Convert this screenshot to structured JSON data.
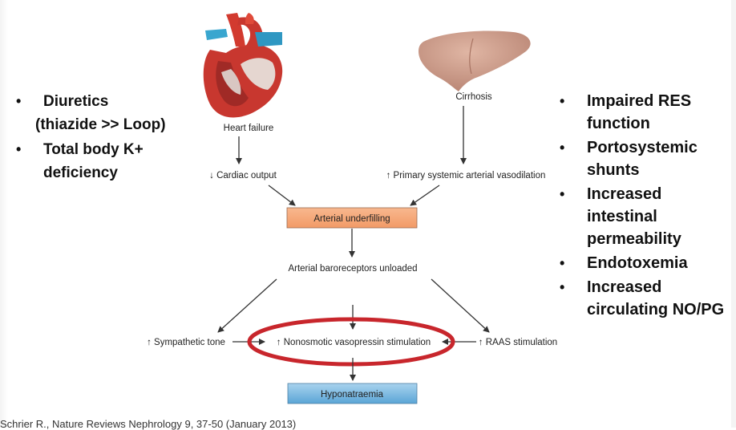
{
  "left_bullets": [
    {
      "text": "Diuretics",
      "sub": "(thiazide >> Loop)"
    },
    {
      "text": "Total body K+ deficiency"
    }
  ],
  "right_bullets": [
    "Impaired RES function",
    "Portosystemic shunts",
    "Increased intestinal permeability",
    "Endotoxemia",
    "Increased circulating NO/PG"
  ],
  "diagram": {
    "heart_failure": "Heart failure",
    "cirrhosis": "Cirrhosis",
    "cardiac_output": "↓ Cardiac output",
    "vasodilation": "↑ Primary systemic arterial vasodilation",
    "underfilling": "Arterial underfilling",
    "baroreceptors": "Arterial baroreceptors unloaded",
    "sympathetic": "↑ Sympathetic tone",
    "vasopressin": "↑ Nonosmotic vasopressin stimulation",
    "raas": "↑ RAAS stimulation",
    "hyponatraemia": "Hyponatraemia"
  },
  "citation": "Schrier R., Nature Reviews Nephrology 9, 37-50 (January 2013)",
  "colors": {
    "orange_box": "#f5a474",
    "blue_box": "#6fb3de",
    "highlight_ellipse": "#c8262c"
  }
}
